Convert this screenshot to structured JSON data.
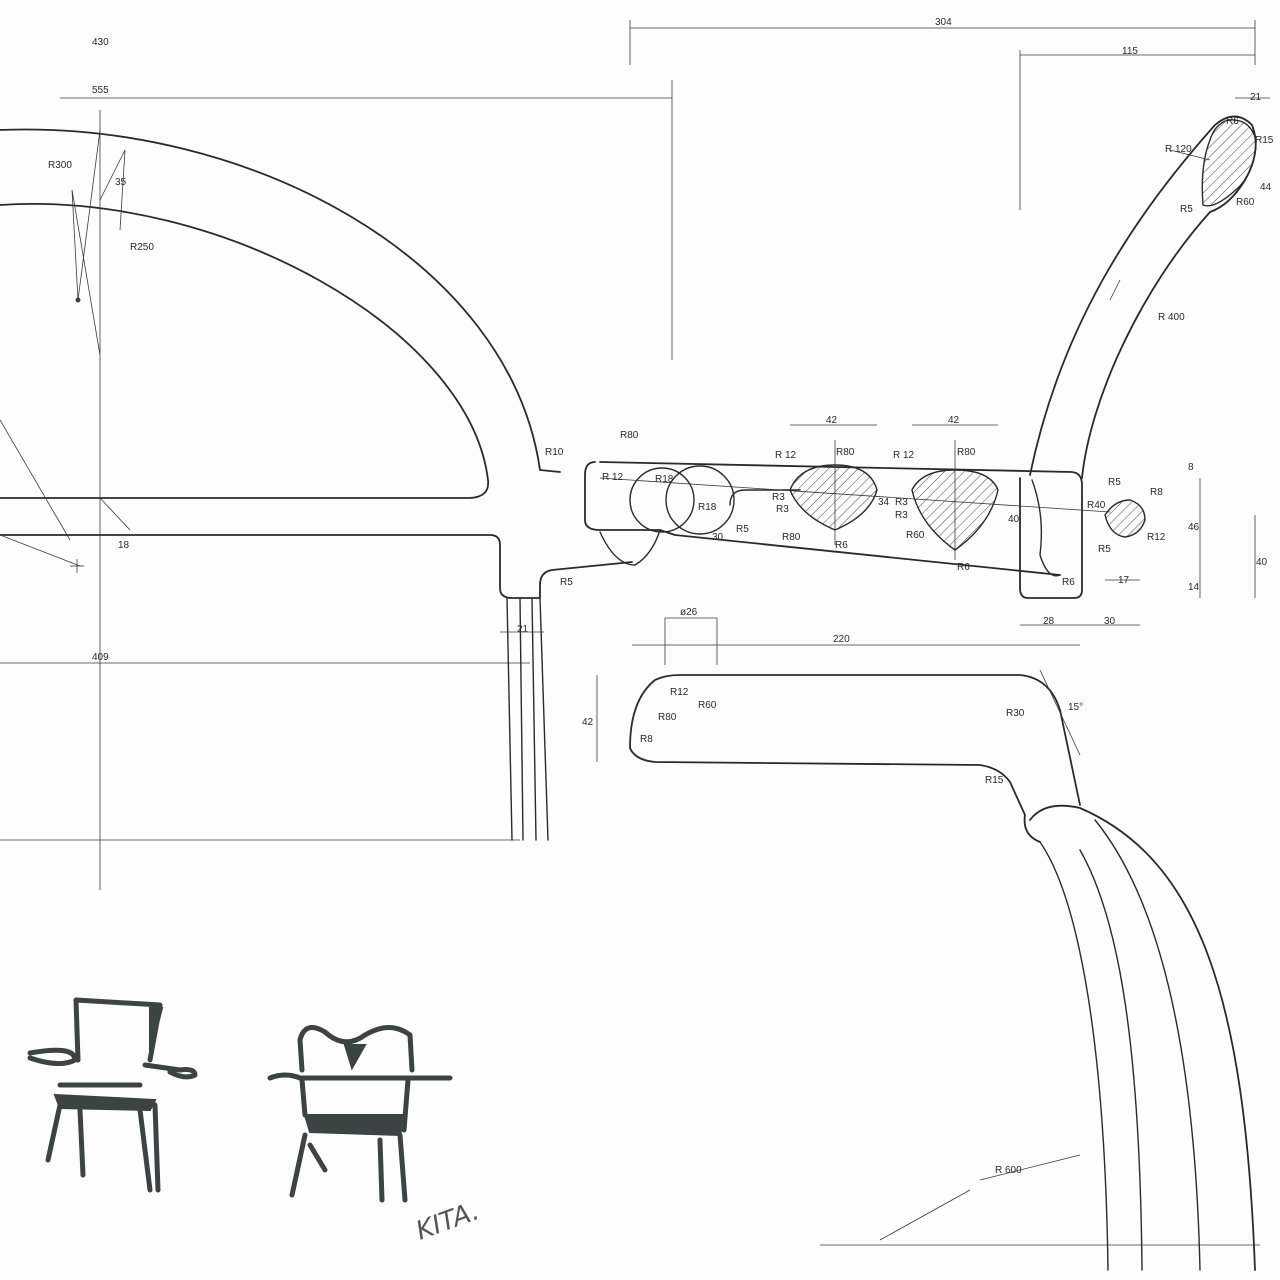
{
  "dimensions": {
    "d430": "430",
    "d555": "555",
    "d304": "304",
    "d115": "115",
    "d21_top": "21",
    "r300": "R300",
    "d35": "35",
    "r250": "R250",
    "r120": "R 120",
    "r6_top": "R6",
    "r15_top": "R15",
    "d44": "44",
    "r5_top": "R5",
    "r60_top": "R60",
    "r400": "R 400",
    "r10": "R10",
    "r80_a": "R80",
    "r12_a": "R 12",
    "r18_a": "R18",
    "r18_b": "R18",
    "d30": "30",
    "r5_a": "R5",
    "d42_a": "42",
    "d42_b": "42",
    "r80_b": "R80",
    "r80_c": "R80",
    "r12_b": "R 12",
    "r12_c": "R 12",
    "r3_a": "R3",
    "r3_b": "R3",
    "r80_d": "R80",
    "r6_a": "R6",
    "d34": "34",
    "r3_c": "R3",
    "r3_d": "R3",
    "r60_a": "R60",
    "r6_b": "R6",
    "d40_a": "40",
    "r6_c": "R6",
    "r5_b": "R5",
    "r8": "R8",
    "r40": "R40",
    "r12_d": "R12",
    "r5_c": "R5",
    "d8": "8",
    "d46": "46",
    "d14": "14",
    "d40_b": "40",
    "d17": "17",
    "d28": "28",
    "d30_b": "30",
    "d18": "18",
    "r5_d": "R5",
    "d21_mid": "21",
    "d409": "409",
    "phi26": "ø26",
    "d220": "220",
    "d42_c": "42",
    "r12_e": "R12",
    "r60_b": "R60",
    "r80_e": "R80",
    "r8_b": "R8",
    "r30": "R30",
    "d15deg": "15°",
    "r15_b": "R15",
    "r600": "R 600"
  },
  "signature": "KITA.",
  "colors": {
    "line": "#2a2a2a",
    "sketch": "#3c4343",
    "paper": "#fdfdfd"
  }
}
